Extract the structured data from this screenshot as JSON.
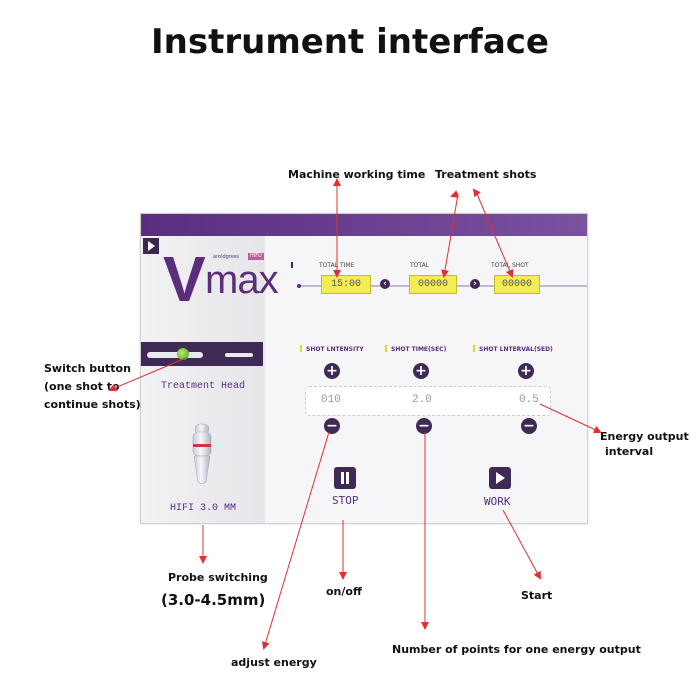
{
  "page": {
    "title": "Instrument interface"
  },
  "callouts": {
    "machine_working_time": "Machine working time",
    "treatment_shots": "Treatment  shots",
    "switch_button_lines": [
      "Switch button",
      "(one shot to",
      "continue shots)"
    ],
    "energy_output_interval_lines": [
      "Energy output",
      "interval"
    ],
    "probe_switching": "Probe switching",
    "probe_range": "(3.0-4.5mm)",
    "on_off": "on/off",
    "start": "Start",
    "adjust_energy": "adjust energy",
    "points_per_output": "Number of points for one energy output"
  },
  "device": {
    "logo": {
      "letter": "V",
      "word": "max",
      "sub": "aroldgress",
      "badge": "HIFU"
    },
    "treatment_head_label": "Treatment Head",
    "probe_label": "HIFI 3.0 MM",
    "counters": [
      {
        "label": "TOTAL TIME",
        "value": "15:00"
      },
      {
        "label": "TOTAL",
        "value": "00000"
      },
      {
        "label": "TOTAL SHOT",
        "value": "00000"
      }
    ],
    "params": [
      {
        "label": "SHOT LNTENSITY",
        "value": "010"
      },
      {
        "label": "SHOT TIME(SEC)",
        "value": "2.0"
      },
      {
        "label": "SHOT LNTERVAL(SED)",
        "value": "0.5"
      }
    ],
    "plus_symbol": "+",
    "minus_symbol": "−",
    "nav_prev": "‹",
    "nav_next": "›",
    "stop_label": "STOP",
    "work_label": "WORK"
  },
  "colors": {
    "brand": "#5a2d7d",
    "dark": "#3f2a56",
    "counter_fill": "#f4ec55",
    "arrow": "#e03030"
  }
}
